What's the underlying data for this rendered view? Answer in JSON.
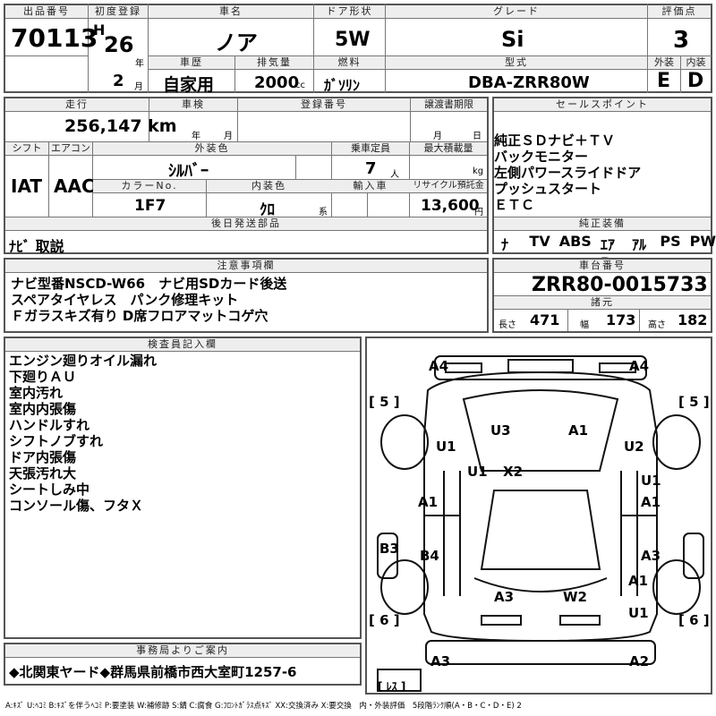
{
  "top": {
    "lot_label": "出品番号",
    "lot_no": "70113",
    "reg_label": "初度登録",
    "era": "H",
    "year": "26",
    "year_unit": "年",
    "month": "2",
    "month_unit": "月",
    "car_name_label": "車名",
    "car_name": "ノア",
    "doors_label": "ドア形状",
    "doors": "5W",
    "grade_label": "グレード",
    "grade": "Si",
    "score_label": "評価点",
    "score": "3",
    "history_label": "車歴",
    "history": "自家用",
    "disp_label": "排気量",
    "disp": "2000",
    "disp_unit": "cc",
    "fuel_label": "燃料",
    "fuel": "ｶﾞｿﾘﾝ",
    "model_label": "型式",
    "model": "DBA-ZRR80W",
    "ext_label": "外装",
    "ext": "E",
    "int_label": "内装",
    "int": "D"
  },
  "mid": {
    "mileage_label": "走行",
    "mileage": "256,147 km",
    "inspect_label": "車検",
    "inspect_year": "年",
    "inspect_month": "月",
    "regno_label": "登録番号",
    "transfer_label": "譲渡書期限",
    "transfer_month": "月",
    "transfer_day": "日",
    "shift_label": "シフト",
    "shift": "IAT",
    "ac_label": "エアコン",
    "ac": "AAC",
    "color_label": "外装色",
    "color": "ｼﾙﾊﾞｰ",
    "seats_label": "乗車定員",
    "seats": "7",
    "seats_unit": "人",
    "load_label": "最大積載量",
    "load_unit": "kg",
    "colorno_label": "カラーNo.",
    "colorno": "1F7",
    "intcolor_label": "内装色",
    "intcolor": "ｸﾛ",
    "intcolor_unit": "系",
    "import_label": "輸入車",
    "recycle_label": "リサイクル預託金",
    "recycle": "13,600",
    "recycle_unit": "円",
    "later_label": "後日発送部品",
    "later": "ﾅﾋﾞ 取説"
  },
  "sales": {
    "label": "セールスポイント",
    "items": [
      "純正ＳＤナビ＋ＴＶ",
      "バックモニター",
      "左側パワースライドドア",
      "プッシュスタート",
      "ＥＴＣ"
    ],
    "equip_label": "純正装備",
    "equip": [
      "ﾅﾋﾞ",
      "TV",
      "ABS",
      "ｴｱB",
      "ｱﾙﾐ",
      "PS",
      "PW"
    ]
  },
  "notes": {
    "label": "注意事項欄",
    "lines": [
      "ナビ型番NSCD-W66　ナビ用SDカード後送",
      "スペアタイヤレス　パンク修理キット",
      "Ｆガラスキズ有り D席フロアマットコゲ穴"
    ]
  },
  "chassis": {
    "label": "車台番号",
    "value": "ZRR80-0015733",
    "dims_label": "諸元",
    "length_label": "長さ",
    "length": "471",
    "width_label": "幅",
    "width": "173",
    "height_label": "高さ",
    "height": "182"
  },
  "inspector": {
    "label": "検査員記入欄",
    "lines": [
      "エンジン廻りオイル漏れ",
      "下廻りＡＵ",
      "室内汚れ",
      "室内内張傷",
      "ハンドルすれ",
      "シフトノブすれ",
      "ドア内張傷",
      "天張汚れ大",
      "シートしみ中",
      "コンソール傷、フタＸ"
    ]
  },
  "diagram": {
    "labels": [
      "A4",
      "A4",
      "[ 5 ]",
      "[ 5 ]",
      "U3",
      "A1",
      "U1",
      "U2",
      "U1",
      "X2",
      "U1",
      "A1",
      "A1",
      "B3",
      "B4",
      "A3",
      "A1",
      "A3",
      "W2",
      "U1",
      "[ 6 ]",
      "[ 6 ]",
      "A3",
      "A2",
      "[ ﾚｽ ]"
    ]
  },
  "office": {
    "label": "事務局よりご案内",
    "text": "◆北関東ヤード◆群馬県前橋市西大室町1257-6"
  },
  "legend": "A:ｷｽﾞ U:ﾍｺﾐ B:ｷｽﾞを伴うﾍｺﾐ P:要塗装 W:補修跡 S:錆 C:腐食 G:ﾌﾛﾝﾄｶﾞﾗｽ点ｷｽﾞ XX:交換済み X:要交換　内・外装評価　5段階ﾗﾝｸ順(A・B・C・D・E) 2"
}
